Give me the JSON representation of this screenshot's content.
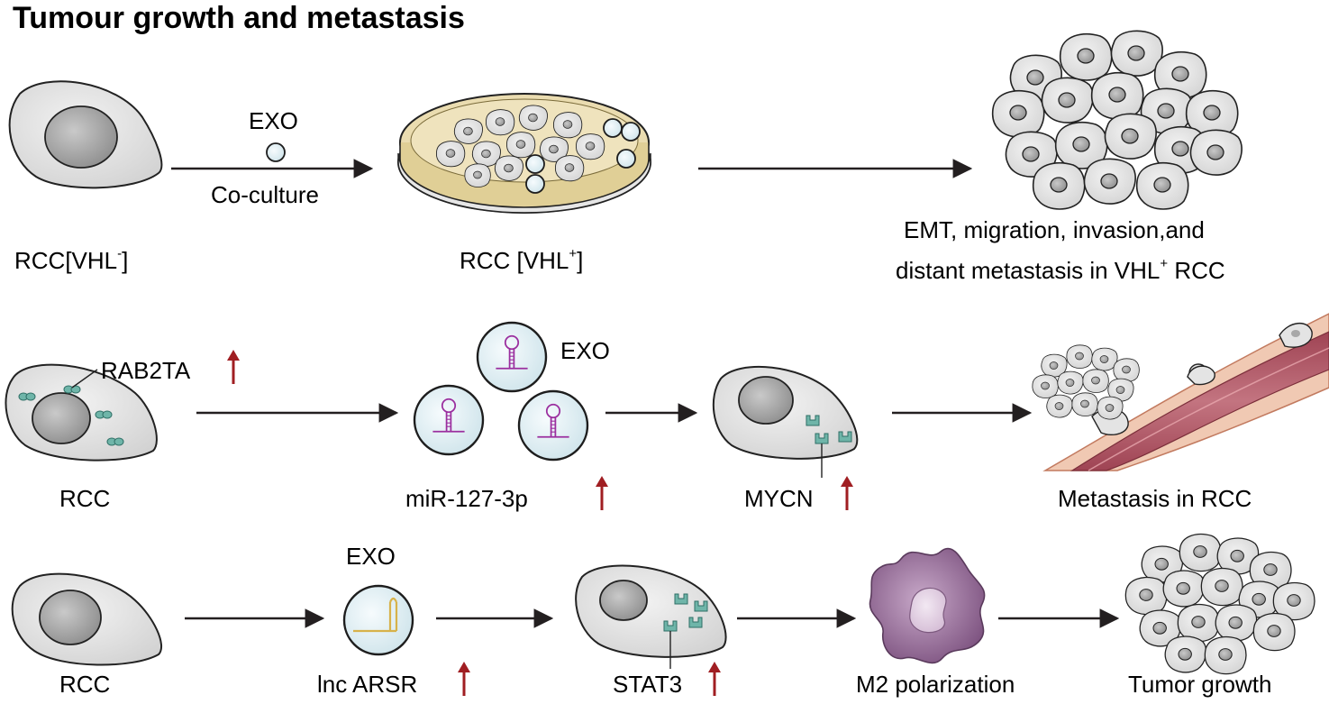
{
  "title": "Tumour growth and metastasis",
  "row1": {
    "exo_label": "EXO",
    "coculture_label": "Co-culture",
    "donor_cell_label": "RCC[VHL",
    "donor_cell_sup": "-",
    "donor_cell_close": "]",
    "recipient_label": "RCC [VHL",
    "recipient_sup": "+",
    "recipient_close": "]",
    "outcome_line1": "EMT, migration, invasion,and",
    "outcome_line2_a": "distant metastasis in VHL",
    "outcome_line2_sup": "+",
    "outcome_line2_b": " RCC"
  },
  "row2": {
    "rab_label": "RAB2TA",
    "cell_label": "RCC",
    "exo_label": "EXO",
    "mirna_label": "miR-127-3p",
    "mycn_label": "MYCN",
    "outcome_label": "Metastasis in RCC"
  },
  "row3": {
    "cell_label": "RCC",
    "exo_label": "EXO",
    "lnc_label": "lnc ARSR",
    "stat3_label": "STAT3",
    "m2_label": "M2 polarization",
    "outcome_label": "Tumor growth"
  },
  "colors": {
    "up_arrow": "#a01e22",
    "cell_fill": "#e4e4e4",
    "nucleus": "#a8a8a8",
    "protein": "#6fb5a9",
    "mirna": "#9b2f9f",
    "macrophage": "#9b6f9d",
    "vessel": "#b85a67",
    "dish": "#eadcb0"
  },
  "icons": [
    "cell-icon",
    "exosome-icon",
    "culture-dish-icon",
    "tumor-cluster-icon",
    "blood-vessel-icon",
    "macrophage-icon",
    "up-arrow-icon"
  ]
}
